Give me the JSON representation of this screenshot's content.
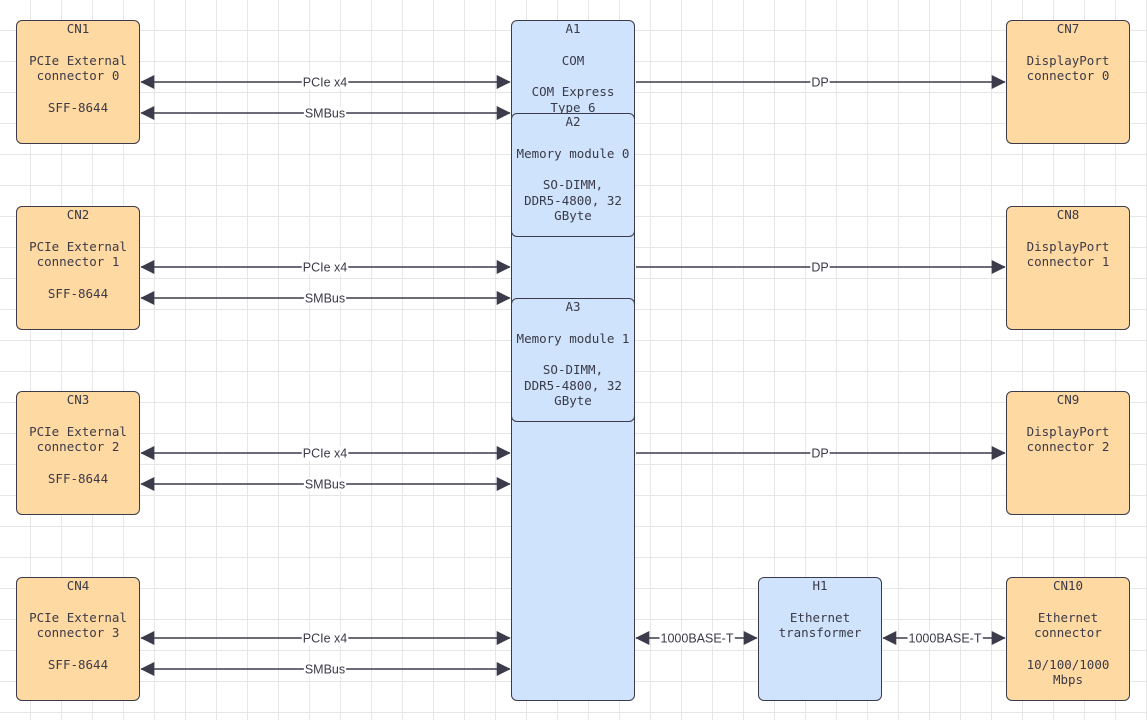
{
  "blocks": {
    "cn1": {
      "id": "CN1",
      "lines": [
        "PCIe External",
        "connector 0"
      ],
      "extra": [
        "SFF-8644"
      ]
    },
    "cn2": {
      "id": "CN2",
      "lines": [
        "PCIe External",
        "connector 1"
      ],
      "extra": [
        "SFF-8644"
      ]
    },
    "cn3": {
      "id": "CN3",
      "lines": [
        "PCIe External",
        "connector 2"
      ],
      "extra": [
        "SFF-8644"
      ]
    },
    "cn4": {
      "id": "CN4",
      "lines": [
        "PCIe External",
        "connector 3"
      ],
      "extra": [
        "SFF-8644"
      ]
    },
    "a1": {
      "id": "A1",
      "lines": [
        "COM"
      ],
      "extra": [
        "COM Express",
        "Type 6"
      ]
    },
    "a2": {
      "id": "A2",
      "lines": [
        "Memory module 0"
      ],
      "extra": [
        "SO-DIMM,",
        "DDR5-4800, 32",
        "GByte"
      ]
    },
    "a3": {
      "id": "A3",
      "lines": [
        "Memory module 1"
      ],
      "extra": [
        "SO-DIMM,",
        "DDR5-4800, 32",
        "GByte"
      ]
    },
    "cn7": {
      "id": "CN7",
      "lines": [
        "DisplayPort",
        "connector 0"
      ],
      "extra": []
    },
    "cn8": {
      "id": "CN8",
      "lines": [
        "DisplayPort",
        "connector 1"
      ],
      "extra": []
    },
    "cn9": {
      "id": "CN9",
      "lines": [
        "DisplayPort",
        "connector 2"
      ],
      "extra": []
    },
    "h1": {
      "id": "H1",
      "lines": [
        "Ethernet",
        "transformer"
      ],
      "extra": []
    },
    "cn10": {
      "id": "CN10",
      "lines": [
        "Ethernet",
        "connector"
      ],
      "extra": [
        "10/100/1000",
        "Mbps"
      ]
    }
  },
  "edges": [
    {
      "from": "CN1",
      "to": "A1",
      "label": "PCIe x4",
      "direction": "both"
    },
    {
      "from": "CN1",
      "to": "A1",
      "label": "SMBus",
      "direction": "both"
    },
    {
      "from": "CN2",
      "to": "A1",
      "label": "PCIe x4",
      "direction": "both"
    },
    {
      "from": "CN2",
      "to": "A1",
      "label": "SMBus",
      "direction": "both"
    },
    {
      "from": "CN3",
      "to": "A1",
      "label": "PCIe x4",
      "direction": "both"
    },
    {
      "from": "CN3",
      "to": "A1",
      "label": "SMBus",
      "direction": "both"
    },
    {
      "from": "CN4",
      "to": "A1",
      "label": "PCIe x4",
      "direction": "both"
    },
    {
      "from": "CN4",
      "to": "A1",
      "label": "SMBus",
      "direction": "both"
    },
    {
      "from": "A1",
      "to": "CN7",
      "label": "DP",
      "direction": "forward"
    },
    {
      "from": "A1",
      "to": "CN8",
      "label": "DP",
      "direction": "forward"
    },
    {
      "from": "A1",
      "to": "CN9",
      "label": "DP",
      "direction": "forward"
    },
    {
      "from": "A1",
      "to": "H1",
      "label": "1000BASE-T",
      "direction": "both"
    },
    {
      "from": "H1",
      "to": "CN10",
      "label": "1000BASE-T",
      "direction": "both"
    }
  ],
  "colors": {
    "connector_fill": "#ffd9a2",
    "module_fill": "#cfe3fc",
    "stroke": "#3b3b4b",
    "grid": "#e6e6e6"
  }
}
